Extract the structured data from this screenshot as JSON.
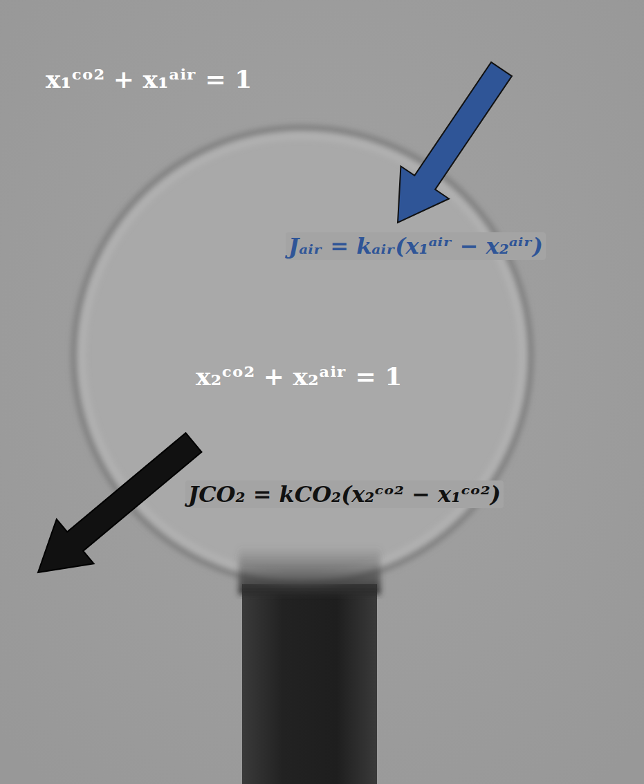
{
  "diagram": {
    "labels": [
      "x₁ᶜᵒ² + x₁ᵃⁱʳ = 1",
      "Jₐᵢᵣ = kₐᵢᵣ(x₁ᵃⁱʳ − x₂ᵃⁱʳ)",
      "x₂ᶜᵒ² + x₂ᵃⁱʳ = 1",
      "JCO₂ = kCO₂(x₂ᶜᵒ² − x₁ᶜᵒ²)"
    ]
  }
}
